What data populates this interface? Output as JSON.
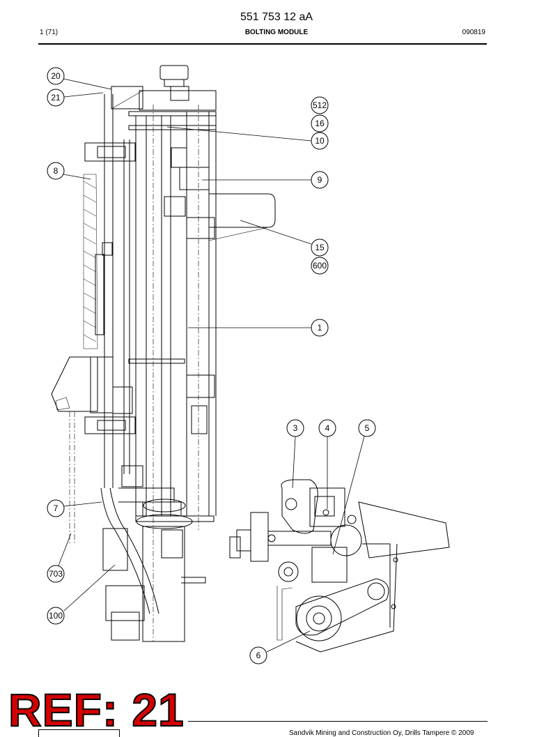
{
  "header": {
    "doc_number": "551 753 12 aA",
    "page_ref": "1 (71)",
    "title": "BOLTING MODULE",
    "date": "090819"
  },
  "callouts": [
    "20",
    "21",
    "512",
    "16",
    "10",
    "8",
    "9",
    "15",
    "600",
    "1",
    "3",
    "4",
    "5",
    "7",
    "703",
    "100",
    "6"
  ],
  "footer": {
    "ref_stamp": "REF: 21",
    "copyright": "Sandvik Mining and Construction Oy, Drills Tampere © 2009"
  }
}
